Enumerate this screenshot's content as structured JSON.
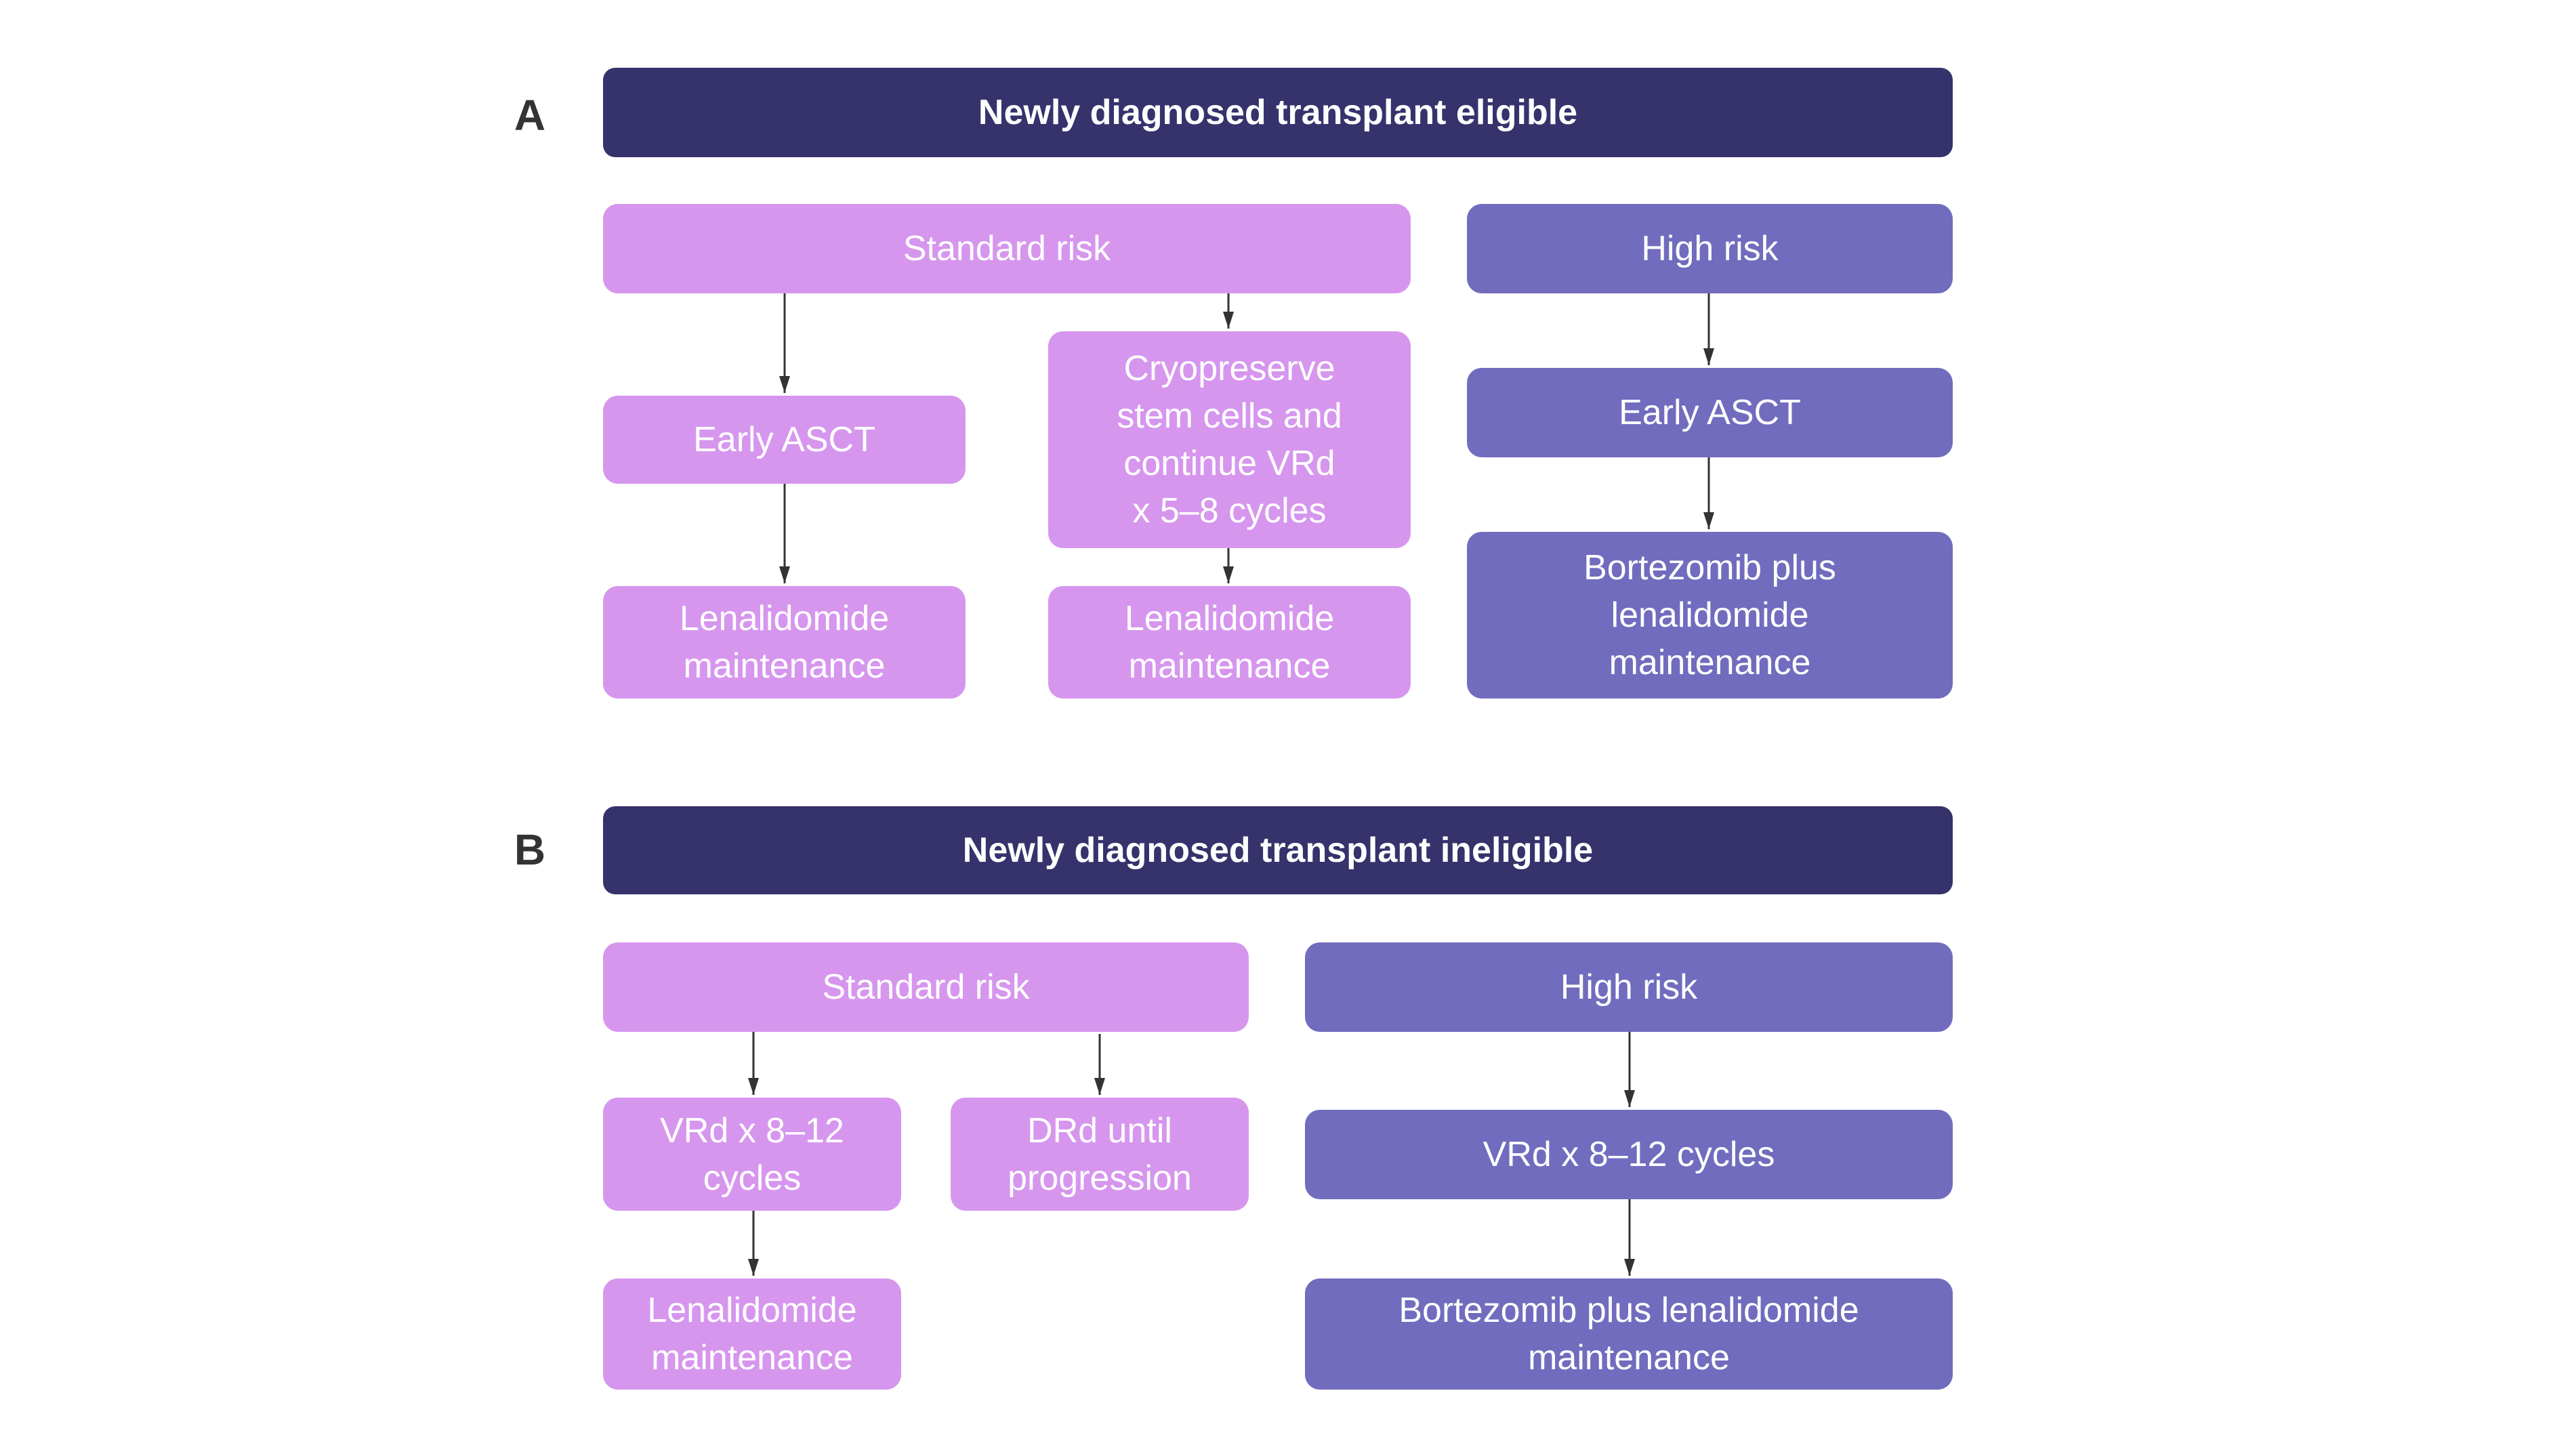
{
  "panels": [
    {
      "label": "A",
      "header": "Newly diagnosed transplant eligible",
      "standard_risk": {
        "title": "Standard risk",
        "early_asct": "Early ASCT",
        "cryopreserve": "Cryopreserve\nstem cells and\ncontinue VRd\nx 5–8 cycles",
        "maintenance_1": "Lenalidomide\nmaintenance",
        "maintenance_2": "Lenalidomide\nmaintenance"
      },
      "high_risk": {
        "title": "High risk",
        "early_asct": "Early ASCT",
        "maintenance": "Bortezomib plus\nlenalidomide\nmaintenance"
      }
    },
    {
      "label": "B",
      "header": "Newly diagnosed transplant ineligible",
      "standard_risk": {
        "title": "Standard risk",
        "vrd": "VRd x 8–12\ncycles",
        "drd": "DRd until\nprogression",
        "maintenance": "Lenalidomide\nmaintenance"
      },
      "high_risk": {
        "title": "High risk",
        "vrd": "VRd x 8–12 cycles",
        "maintenance": "Bortezomib plus lenalidomide\nmaintenance"
      }
    }
  ],
  "colors": {
    "header": "#35326c",
    "standard_risk": "#d696ee",
    "high_risk": "#716cbe",
    "arrow": "#333333",
    "label": "#333333"
  }
}
